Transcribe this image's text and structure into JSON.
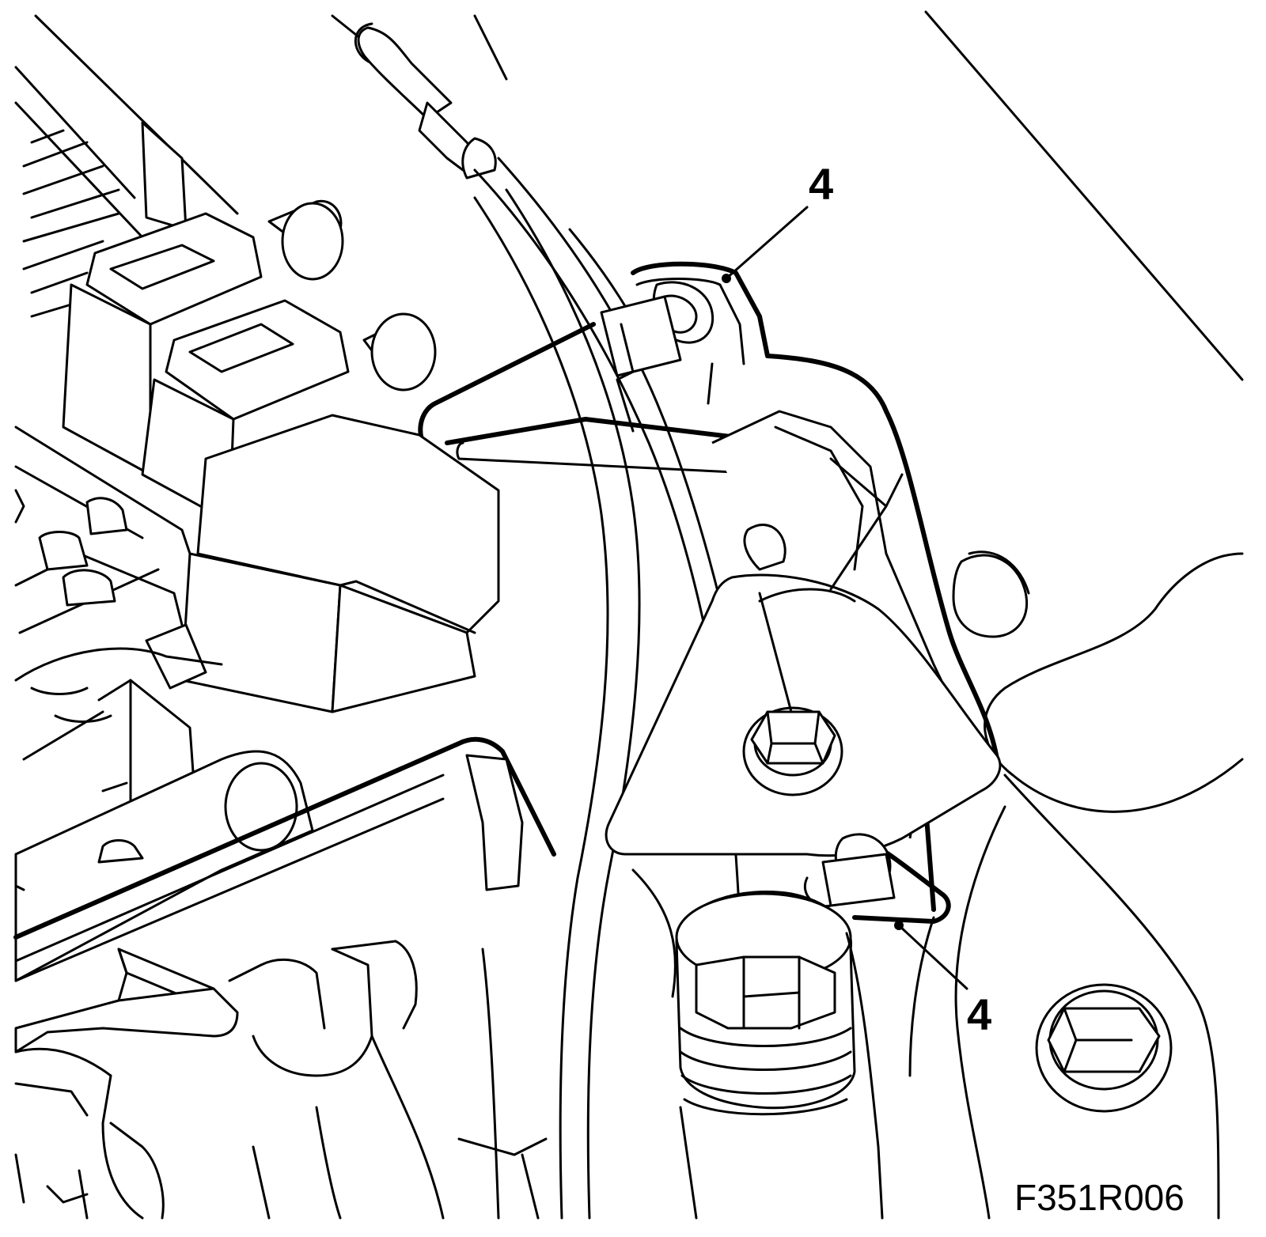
{
  "callouts": [
    {
      "label": "4"
    },
    {
      "label": "4"
    }
  ],
  "figure_id": "F351R006",
  "colors": {
    "line": "#000000",
    "background": "#ffffff"
  }
}
